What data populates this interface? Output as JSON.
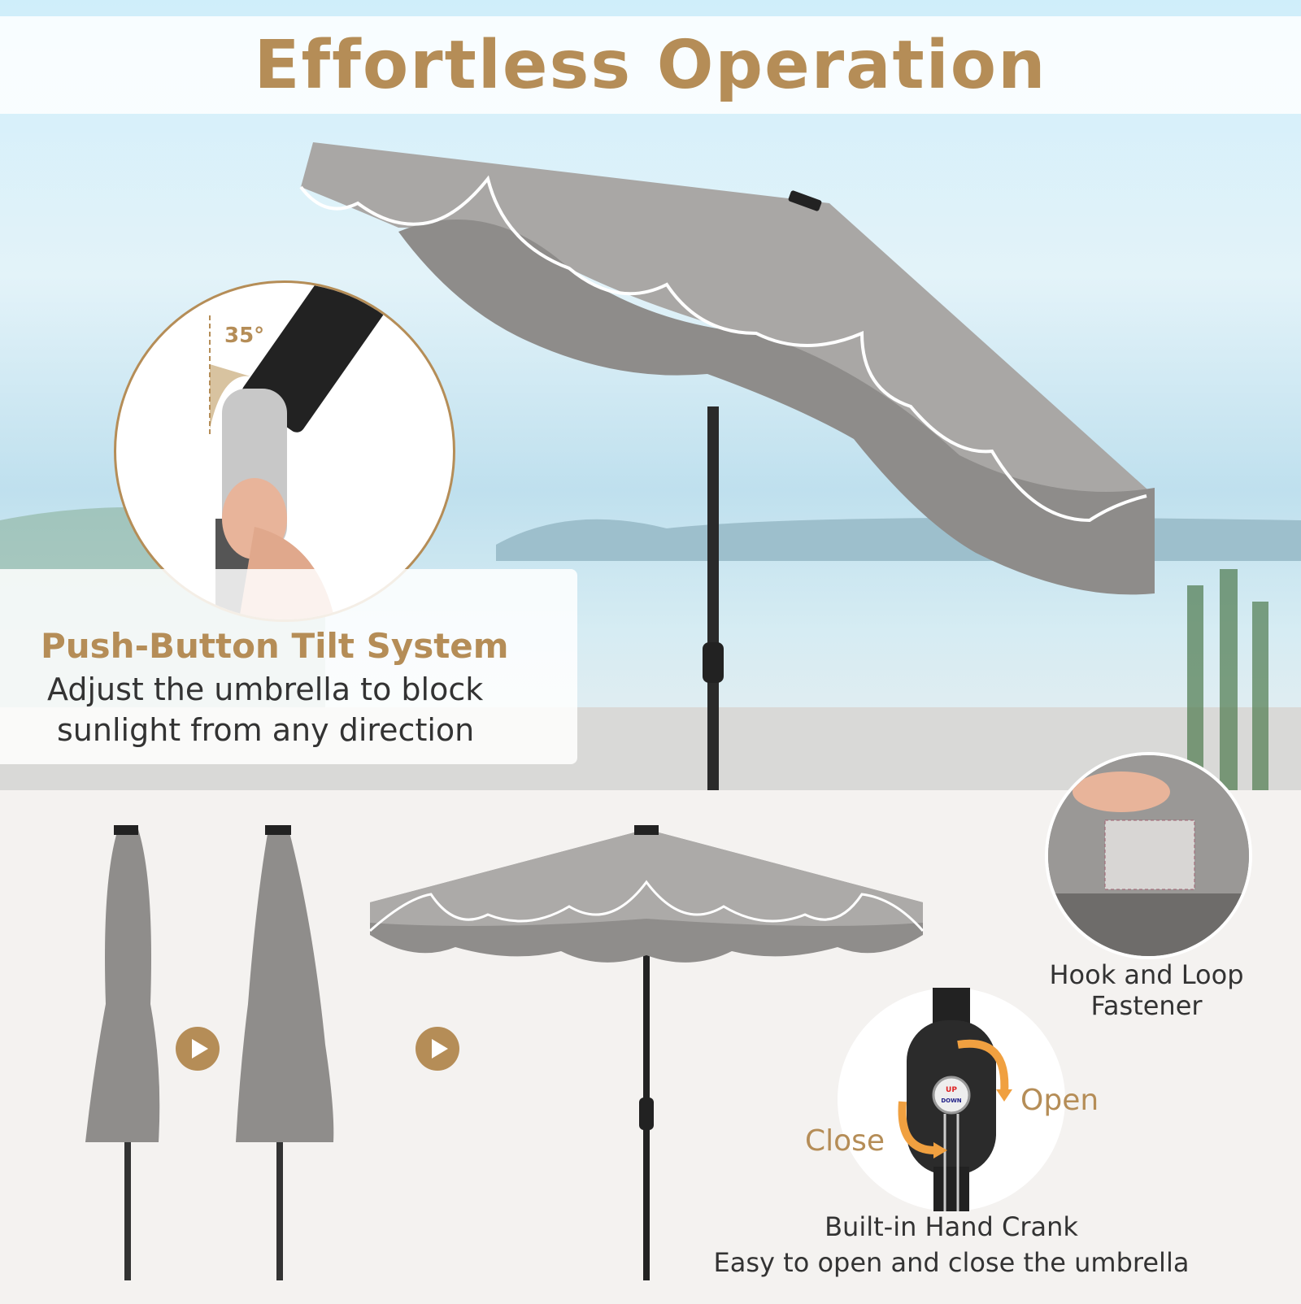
{
  "header": {
    "title": "Effortless Operation"
  },
  "tilt": {
    "angle_label": "35°",
    "heading": "Push-Button Tilt System",
    "desc_line1": "Adjust the umbrella to block",
    "desc_line2": "sunlight from any direction"
  },
  "hook": {
    "line1": "Hook and Loop",
    "line2": "Fastener"
  },
  "crank": {
    "open_label": "Open",
    "close_label": "Close",
    "badge_up": "UP",
    "badge_down": "DOWN",
    "title": "Built-in Hand Crank",
    "desc": "Easy to open and close the umbrella"
  },
  "icons": {
    "step_arrow": "play-circle-icon"
  },
  "colors": {
    "accent": "#b58d57",
    "canopy": "#a9a7a5",
    "arrow": "#f0a040"
  }
}
